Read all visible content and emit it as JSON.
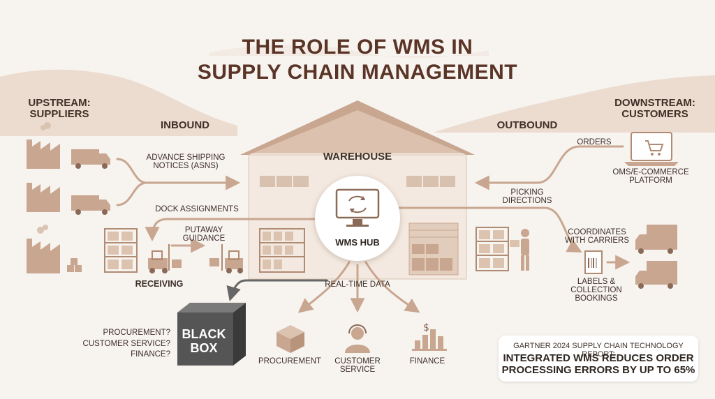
{
  "title": {
    "line1": "THE ROLE OF WMS IN",
    "line2": "SUPPLY CHAIN MANAGEMENT"
  },
  "upstream": {
    "line1": "UPSTREAM:",
    "line2": "SUPPLIERS"
  },
  "downstream": {
    "line1": "DOWNSTREAM:",
    "line2": "CUSTOMERS"
  },
  "flows": {
    "inbound": "INBOUND",
    "outbound": "OUTBOUND"
  },
  "warehouse": {
    "label": "WAREHOUSE"
  },
  "hub": {
    "label": "WMS HUB"
  },
  "labels": {
    "asn_line1": "ADVANCE SHIPPING",
    "asn_line2": "NOTICES (ASNs)",
    "dock": "DOCK ASSIGNMENTS",
    "putaway_line1": "PUTAWAY",
    "putaway_line2": "GUIDANCE",
    "receiving": "RECEIVING",
    "orders": "ORDERS",
    "oms_line1": "OMS/E-COMMERCE",
    "oms_line2": "PLATFORM",
    "picking_line1": "PICKING",
    "picking_line2": "DIRECTIONS",
    "carriers_line1": "COORDINATES",
    "carriers_line2": "WITH CARRIERS",
    "labels_line1": "LABELS &",
    "labels_line2": "COLLECTION",
    "labels_line3": "BOOKINGS",
    "realtime": "REAL-TIME DATA"
  },
  "departments": {
    "procurement": "PROCUREMENT",
    "customer_service_line1": "CUSTOMER",
    "customer_service_line2": "SERVICE",
    "finance": "FINANCE"
  },
  "black_box": {
    "line1": "BLACK",
    "line2": "BOX",
    "q1": "PROCUREMENT?",
    "q2": "CUSTOMER SERVICE?",
    "q3": "FINANCE?"
  },
  "note": {
    "source": "GARTNER 2024 SUPPLY CHAIN TECHNOLOGY REPORT:",
    "line1": "INTEGRATED WMS REDUCES ORDER",
    "line2": "PROCESSING ERRORS BY UP TO 65%"
  },
  "colors": {
    "background": "#f7f3ef",
    "accent": "#c9a48c",
    "title": "#5a3426",
    "black_box": "#4a4a4a"
  }
}
